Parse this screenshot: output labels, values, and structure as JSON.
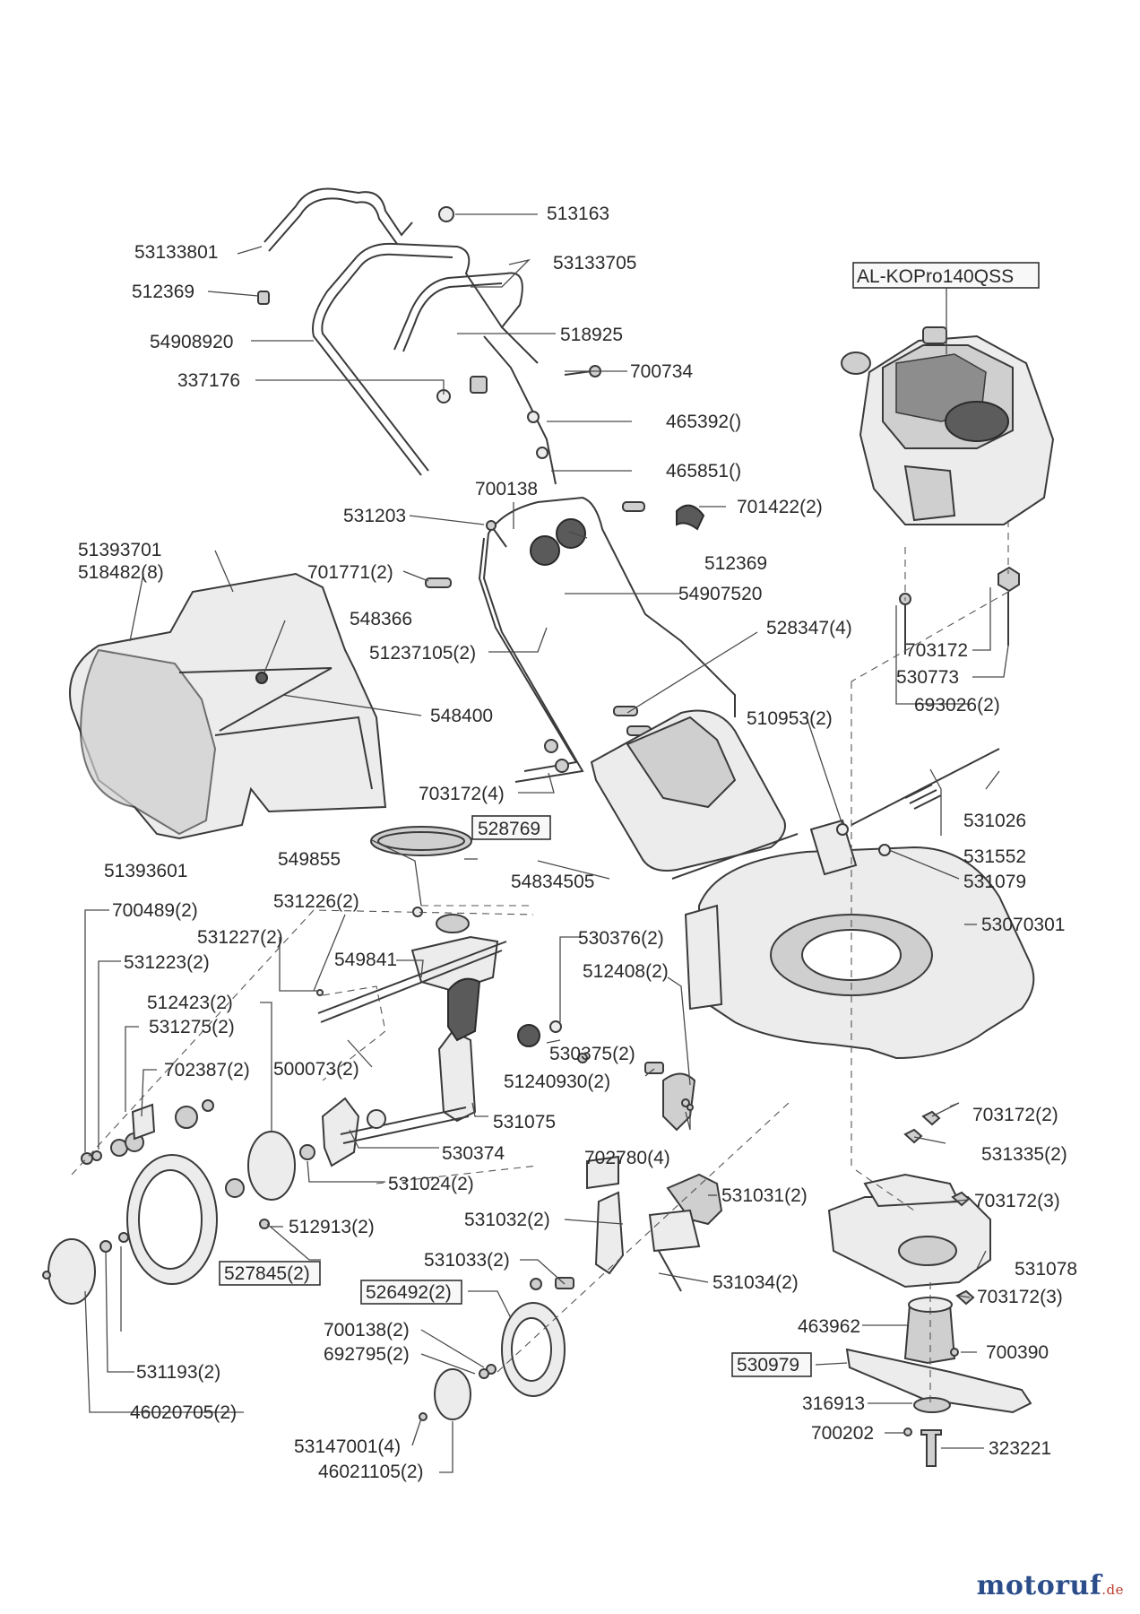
{
  "engine_label": "AL-KOPro140QSS",
  "brand": {
    "name": "motoruf",
    "tld": ".de"
  },
  "labels": {
    "p513163": "513163",
    "p53133801": "53133801",
    "p53133705": "53133705",
    "p512369a": "512369",
    "p54908920": "54908920",
    "p518925": "518925",
    "p337176": "337176",
    "p700734": "700734",
    "p465392": "465392()",
    "p465851": "465851()",
    "p700138a": "700138",
    "p531203": "531203",
    "p701422": "701422(2)",
    "p51393701": "51393701",
    "p518482": "518482(8)",
    "p701771": "701771(2)",
    "p512369b": "512369",
    "p54907520": "54907520",
    "p548366": "548366",
    "p51237105": "51237105(2)",
    "p528347": "528347(4)",
    "p703172a": "703172",
    "p530773": "530773",
    "p693026": "693026(2)",
    "p548400": "548400",
    "p510953": "510953(2)",
    "p703172b": "703172(4)",
    "p531026": "531026",
    "p528769": "528769",
    "p51393601": "51393601",
    "p549855": "549855",
    "p531552": "531552",
    "p54834505": "54834505",
    "p531079": "531079",
    "p700489": "700489(2)",
    "p531226": "531226(2)",
    "p531227": "531227(2)",
    "p549841": "549841",
    "p530376": "530376(2)",
    "p53070301": "53070301",
    "p531223": "531223(2)",
    "p512408": "512408(2)",
    "p512423": "512423(2)",
    "p531275": "531275(2)",
    "p530375": "530375(2)",
    "p500073": "500073(2)",
    "p51240930": "51240930(2)",
    "p702387": "702387(2)",
    "p531075": "531075",
    "p703172c": "703172(2)",
    "p702780": "702780(4)",
    "p530374": "530374",
    "p531335": "531335(2)",
    "p531024": "531024(2)",
    "p531031": "531031(2)",
    "p703172d": "703172(3)",
    "p531032": "531032(2)",
    "p512913": "512913(2)",
    "p531078": "531078",
    "p527845": "527845(2)",
    "p531033": "531033(2)",
    "p531034": "531034(2)",
    "p526492": "526492(2)",
    "p703172e": "703172(3)",
    "p463962": "463962",
    "p700138b": "700138(2)",
    "p700390": "700390",
    "p692795": "692795(2)",
    "p530979": "530979",
    "p531193": "531193(2)",
    "p316913": "316913",
    "p46020705": "46020705(2)",
    "p700202": "700202",
    "p323221": "323221",
    "p53147001": "53147001(4)",
    "p46021105": "46021105(2)"
  }
}
